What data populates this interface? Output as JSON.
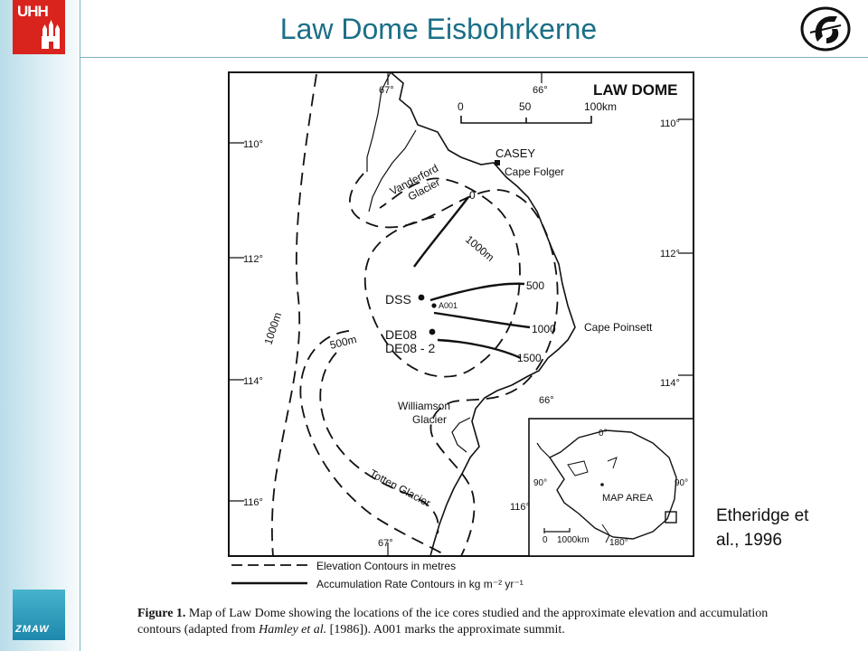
{
  "slide": {
    "title": "Law Dome Eisbohrkerne",
    "citation_line1": "Etheridge et",
    "citation_line2": "al., 1996"
  },
  "logos": {
    "left_top": "UHH",
    "left_bottom": "ZMAW"
  },
  "map": {
    "heading": "LAW DOME",
    "scale_ticks": [
      "0",
      "50",
      "100km"
    ],
    "longitude_labels_top": [
      "67°",
      "66°"
    ],
    "longitude_label_right_66": "66°",
    "longitude_label_bottom": "67°",
    "latitude_labels_left": [
      "110°",
      "112°",
      "114°",
      "116°"
    ],
    "latitude_labels_right": [
      "110°",
      "112°",
      "114°",
      "116°"
    ],
    "places": {
      "casey": "CASEY",
      "cape_folger": "Cape Folger",
      "cape_poinsett": "Cape Poinsett",
      "vanderford_1": "Vanderford",
      "vanderford_2": "Glacier",
      "williamson_1": "Williamson",
      "williamson_2": "Glacier",
      "totten": "Totten Glacier"
    },
    "contours": {
      "elev_1000_left": "1000m",
      "elev_1000_center": "1000m",
      "elev_500": "500m",
      "acc_0": "0",
      "acc_500": "500",
      "acc_1000": "1000",
      "acc_1500": "1500"
    },
    "sites": {
      "dss": "DSS",
      "a001": "A001",
      "de08": "DE08",
      "de08_2": "DE08 - 2"
    },
    "inset": {
      "map_area": "MAP AREA",
      "lon_90_left": "90°",
      "lon_90_right": "90°",
      "lat_0": "0°",
      "lat_180": "180°",
      "scale_0": "0",
      "scale_1000": "1000km"
    },
    "legend": {
      "elevation": "Elevation Contours in metres",
      "accumulation": "Accumulation Rate Contours in kg m⁻² yr⁻¹"
    }
  },
  "caption": {
    "label": "Figure 1.",
    "text_a": " Map of Law Dome showing the locations of the ice cores studied and the approximate elevation and accumulation contours (adapted from ",
    "text_italic": "Hamley et al.",
    "text_b": " [1986]). A001 marks the approximate summit."
  }
}
